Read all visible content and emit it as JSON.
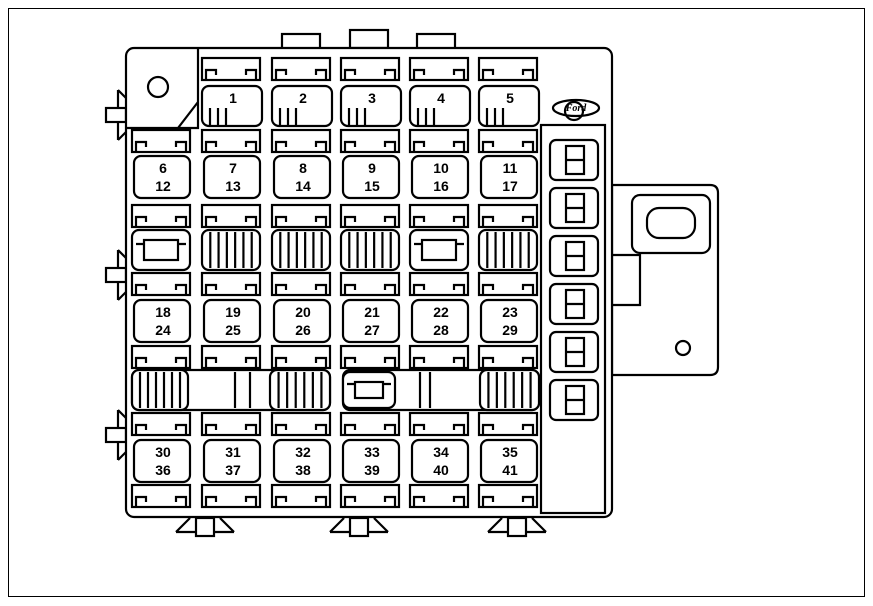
{
  "diagram": {
    "type": "fuse-panel",
    "brand_logo": "Ford",
    "relays": [
      "1",
      "2",
      "3",
      "4",
      "5"
    ],
    "fuse_rows": [
      [
        [
          "6",
          "12"
        ],
        [
          "7",
          "13"
        ],
        [
          "8",
          "14"
        ],
        [
          "9",
          "15"
        ],
        [
          "10",
          "16"
        ],
        [
          "11",
          "17"
        ]
      ],
      [
        [
          "18",
          "24"
        ],
        [
          "19",
          "25"
        ],
        [
          "20",
          "26"
        ],
        [
          "21",
          "27"
        ],
        [
          "22",
          "28"
        ],
        [
          "23",
          "29"
        ]
      ],
      [
        [
          "30",
          "36"
        ],
        [
          "31",
          "37"
        ],
        [
          "32",
          "38"
        ],
        [
          "33",
          "39"
        ],
        [
          "34",
          "40"
        ],
        [
          "35",
          "41"
        ]
      ]
    ]
  }
}
